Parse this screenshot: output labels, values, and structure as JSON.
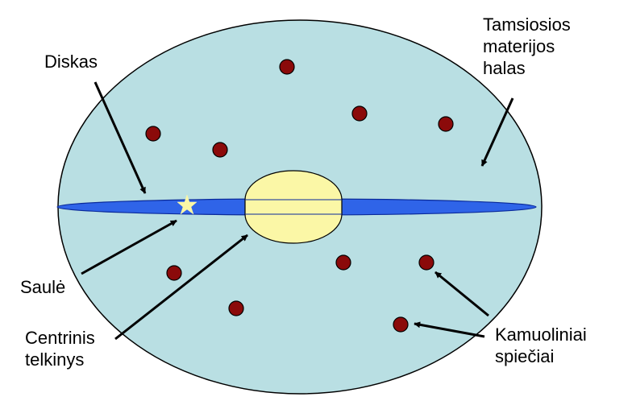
{
  "colors": {
    "halo": "#b9dfe3",
    "disk": "#2f64e8",
    "bulge": "#fbf7a6",
    "cluster": "#8b0a0a",
    "sun": "#fbf7a6",
    "arrow": "#000000"
  },
  "labels": {
    "halo": [
      "Tamsiosios",
      "materijos",
      "halas"
    ],
    "disk": [
      "Diskas"
    ],
    "sun": [
      "Saulė"
    ],
    "bulge": [
      "Centrinis",
      "telkinys"
    ],
    "clusters": [
      "Kamuoliniai",
      "spiečiai"
    ]
  },
  "icons": {
    "sun": "star-icon",
    "cluster": "filled-circle"
  }
}
